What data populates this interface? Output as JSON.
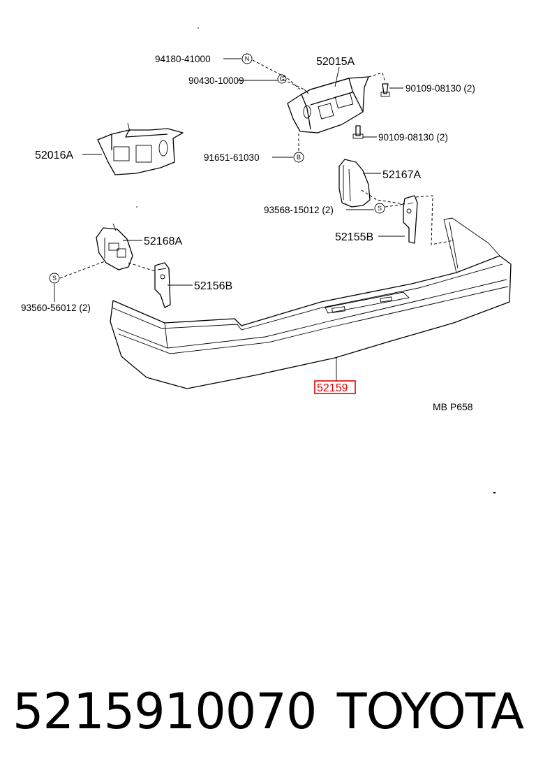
{
  "labels": {
    "p_94180": "94180-41000",
    "p_90430": "90430-10009",
    "p_52015a": "52015A",
    "p_90109_top": "90109-08130 (2)",
    "p_90109_mid": "90109-08130 (2)",
    "p_52016a": "52016A",
    "p_91651": "91651-61030",
    "p_52167a": "52167A",
    "p_93568": "93568-15012 (2)",
    "p_52155b": "52155B",
    "p_52168a": "52168A",
    "p_93560": "93560-56012 (2)",
    "p_52156b": "52156B",
    "p_52159": "52159",
    "ref": "MB  P658"
  },
  "symbols": {
    "n": "N",
    "g": "G",
    "b": "B",
    "s1": "S",
    "s2": "S"
  },
  "footer": {
    "part_number": "5215910070",
    "brand": "TOYOTA"
  },
  "colors": {
    "highlight": "#e00000",
    "ink": "#000000"
  }
}
